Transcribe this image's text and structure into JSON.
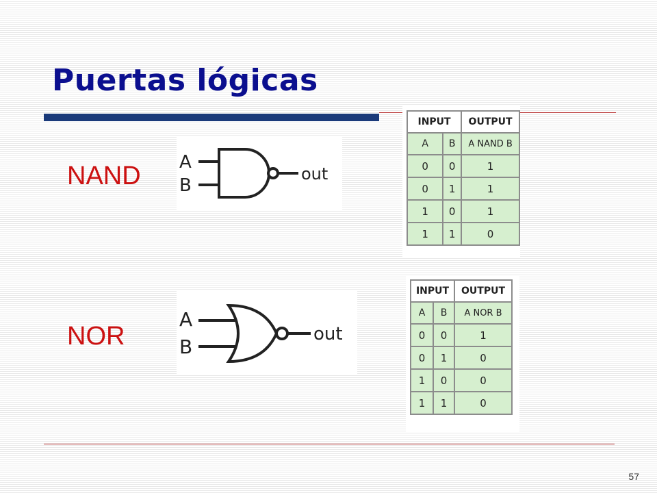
{
  "slide": {
    "title": "Puertas lógicas",
    "page_number": "57"
  },
  "nand": {
    "label": "NAND",
    "gate_inputs": [
      "A",
      "B"
    ],
    "gate_output": "out",
    "table": {
      "header": [
        "INPUT",
        "OUTPUT"
      ],
      "columns": [
        "A",
        "B",
        "A NAND B"
      ],
      "rows": [
        [
          "0",
          "0",
          "1"
        ],
        [
          "0",
          "1",
          "1"
        ],
        [
          "1",
          "0",
          "1"
        ],
        [
          "1",
          "1",
          "0"
        ]
      ]
    }
  },
  "nor": {
    "label": "NOR",
    "gate_inputs": [
      "A",
      "B"
    ],
    "gate_output": "out",
    "table": {
      "header": [
        "INPUT",
        "OUTPUT"
      ],
      "columns": [
        "A",
        "B",
        "A NOR B"
      ],
      "rows": [
        [
          "0",
          "0",
          "1"
        ],
        [
          "0",
          "1",
          "0"
        ],
        [
          "1",
          "0",
          "0"
        ],
        [
          "1",
          "1",
          "0"
        ]
      ]
    }
  }
}
